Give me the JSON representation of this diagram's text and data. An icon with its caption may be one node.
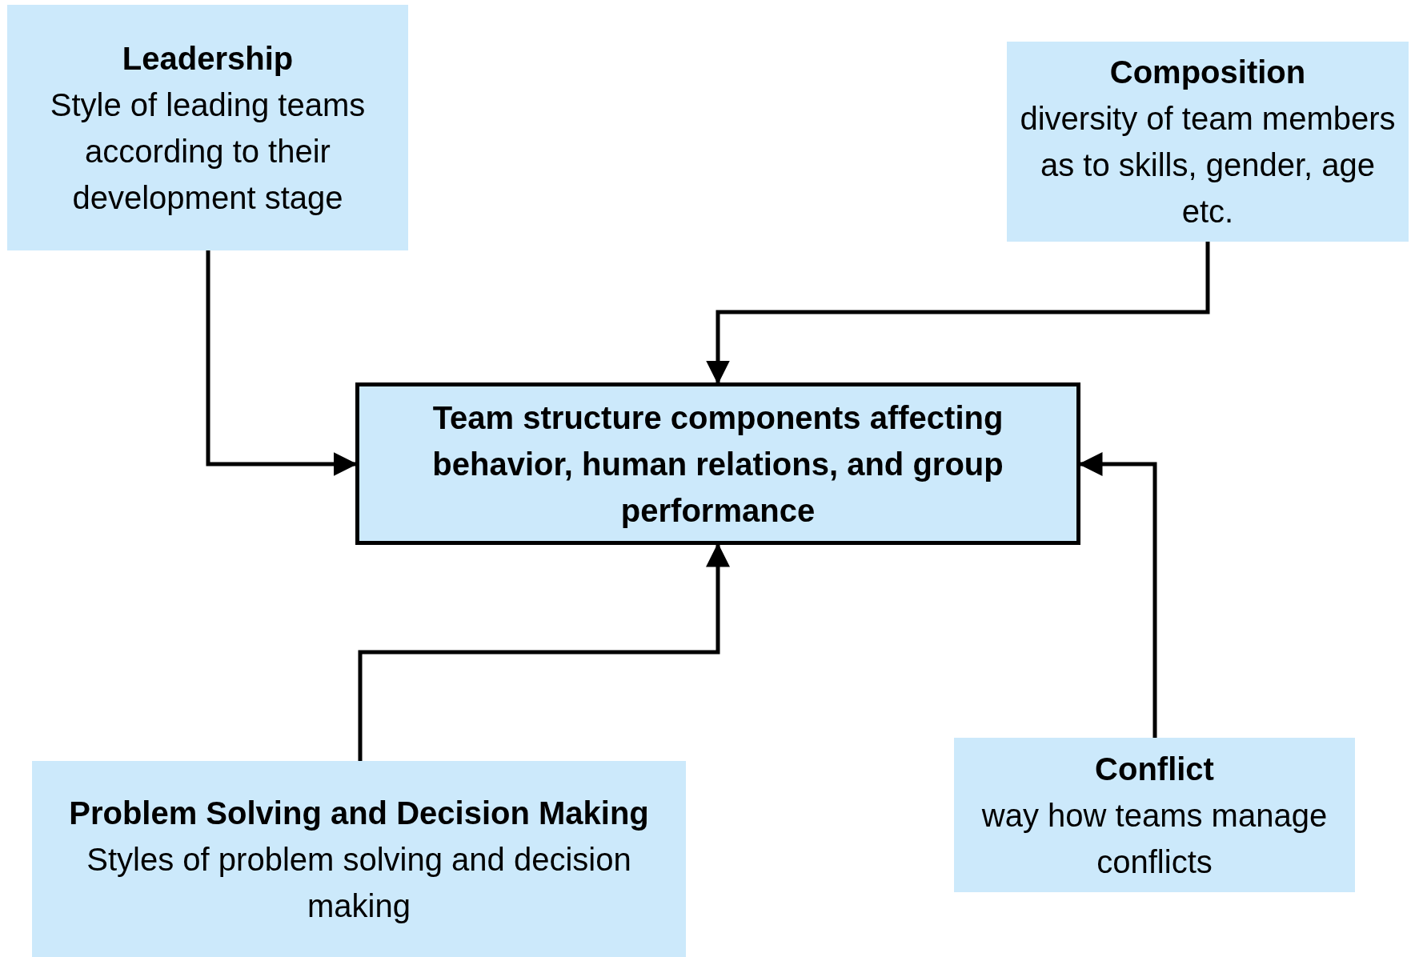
{
  "diagram": {
    "nodes": [
      {
        "text": [
          "Leadership",
          "Style of leading teams according to their development stage"
        ]
      },
      {
        "text": [
          "Composition",
          "diversity of team members as to skills, gender, age etc."
        ]
      },
      {
        "text": [
          "Team structure components affecting behavior, human relations, and group performance"
        ]
      },
      {
        "text": [
          "Problem Solving and Decision Making",
          "Styles of problem solving and decision making"
        ]
      },
      {
        "text": [
          "Conflict",
          "way how teams manage conflicts"
        ]
      }
    ],
    "edges": [
      {
        "from": 0,
        "to": 2,
        "arrow": "to"
      },
      {
        "from": 1,
        "to": 2,
        "arrow": "to"
      },
      {
        "from": 3,
        "to": 2,
        "arrow": "to"
      },
      {
        "from": 4,
        "to": 2,
        "arrow": "to"
      }
    ]
  }
}
